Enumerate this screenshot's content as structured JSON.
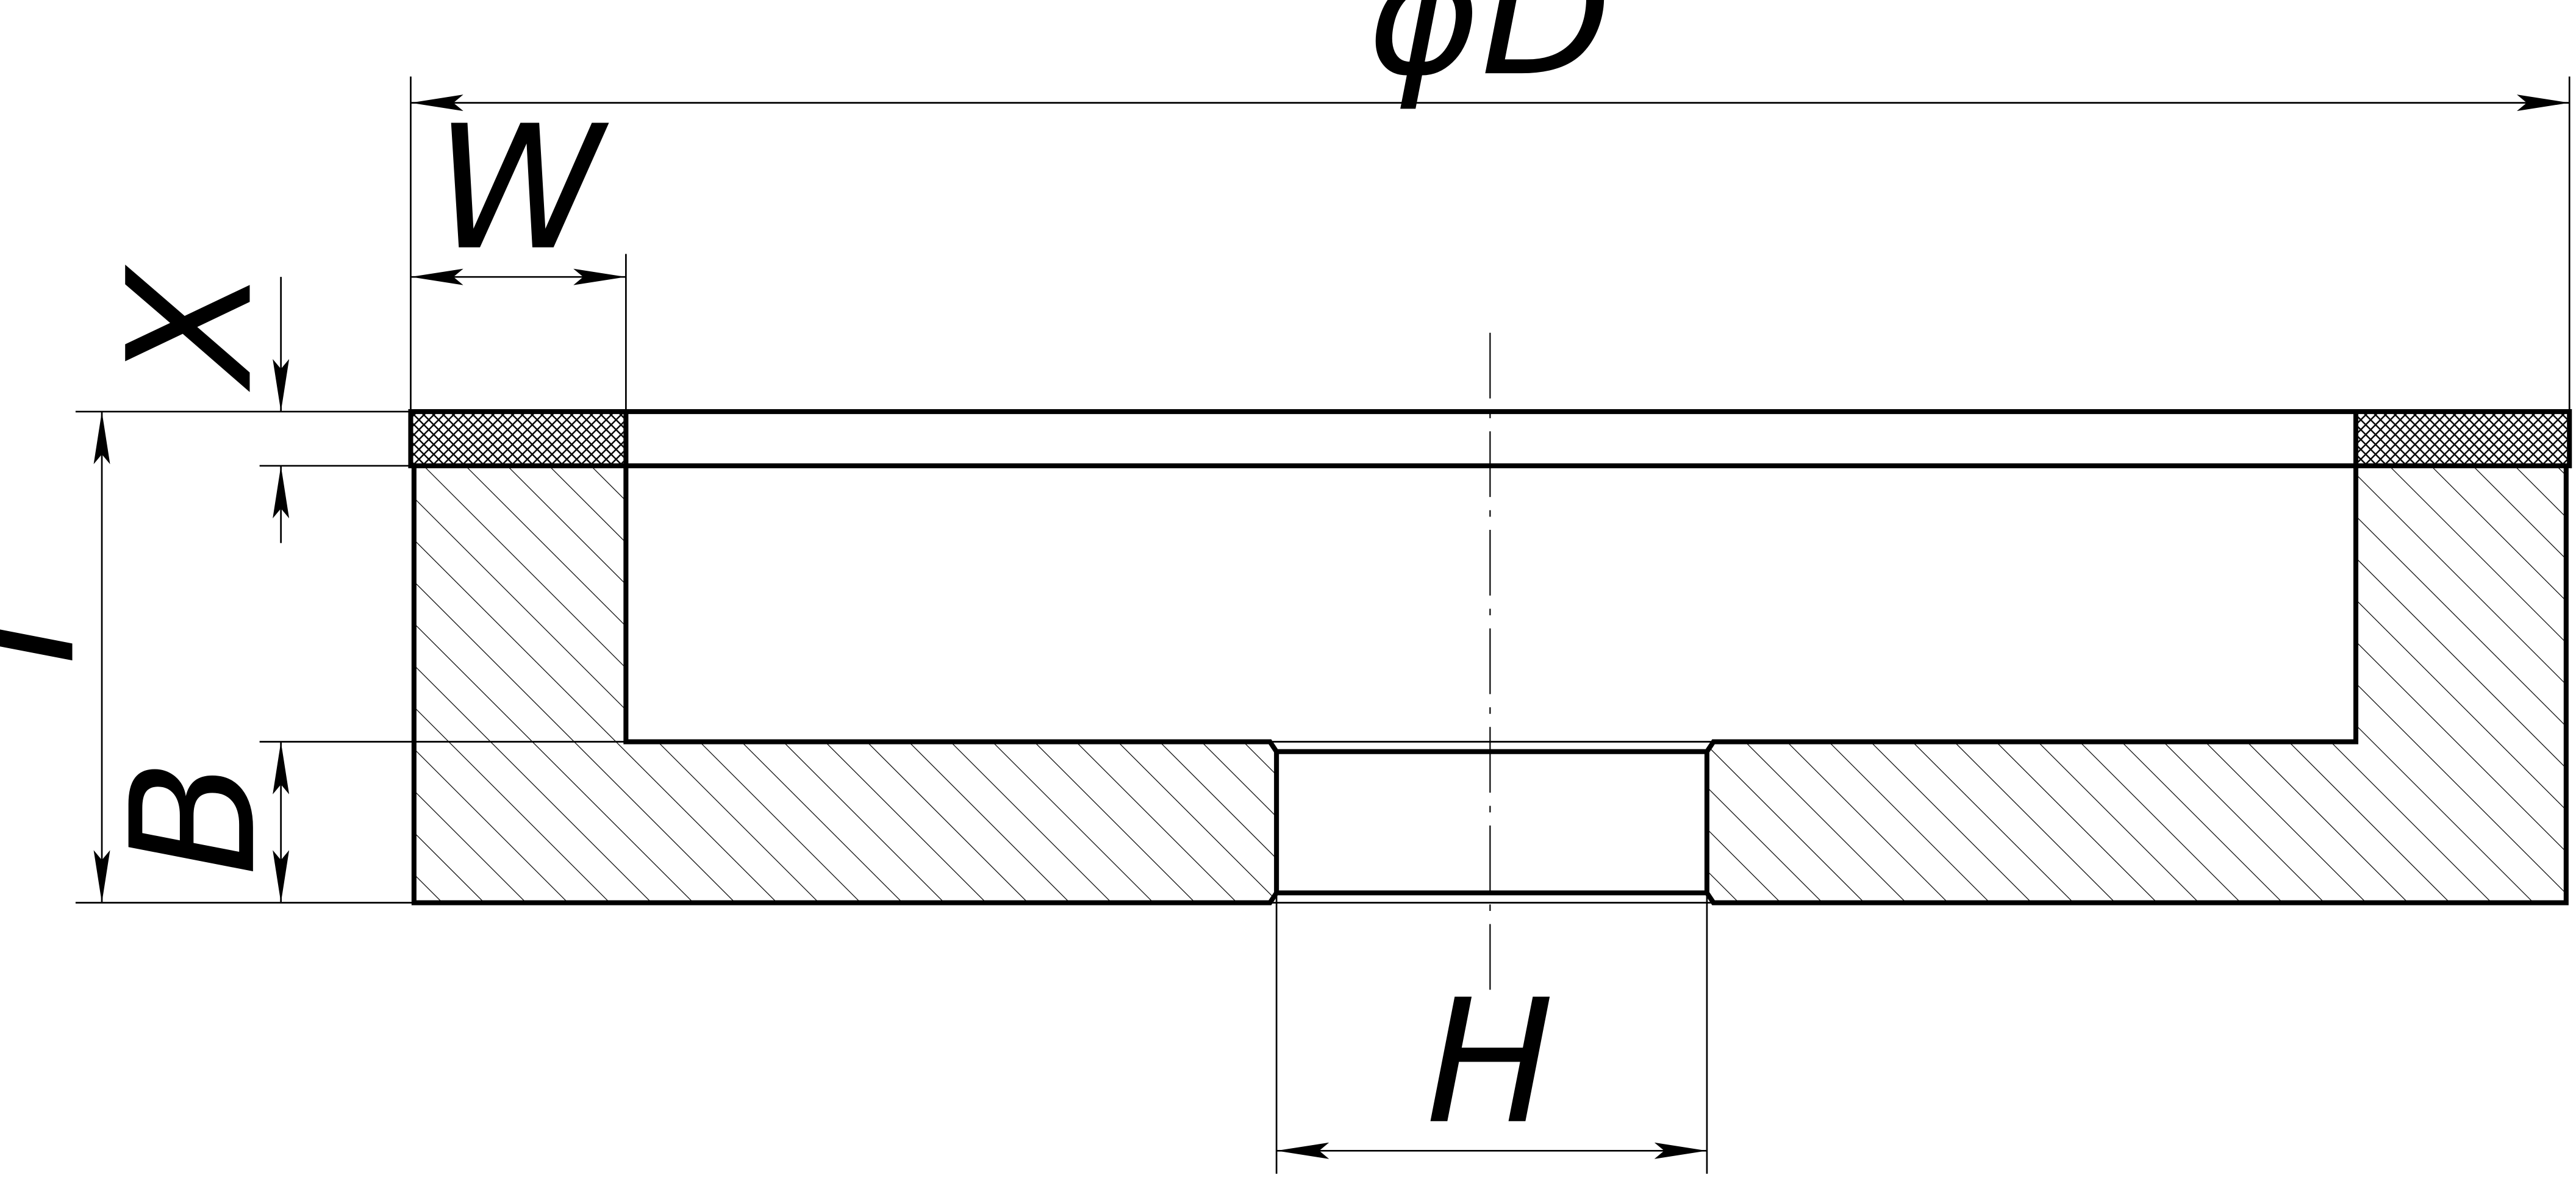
{
  "labels": {
    "diameter": "ϕD",
    "rim_width": "W",
    "abrasive_depth": "X",
    "total_thickness": "T",
    "base_thickness": "B",
    "bore": "H"
  },
  "colors": {
    "line": "#000000",
    "background": "#ffffff"
  }
}
